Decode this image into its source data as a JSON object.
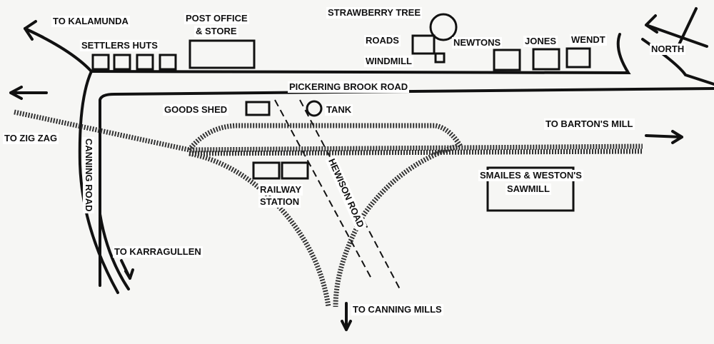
{
  "labels": {
    "to_kalamunda": "TO KALAMUNDA",
    "post_office": "POST OFFICE",
    "store": "& STORE",
    "settlers_huts": "SETTLERS HUTS",
    "strawberry_tree": "STRAWBERRY TREE",
    "roads": "ROADS",
    "windmill": "WINDMILL",
    "newtons": "NEWTONS",
    "jones": "JONES",
    "wendt": "WENDT",
    "north": "NORTH",
    "pickering_brook_road": "PICKERING BROOK ROAD",
    "goods_shed": "GOODS SHED",
    "tank": "TANK",
    "to_bartons_mill": "TO BARTON'S MILL",
    "to_zig_zag": "TO ZIG ZAG",
    "canning_road": "CANNING ROAD",
    "hewison_road": "HEWISON ROAD",
    "railway": "RAILWAY",
    "station": "STATION",
    "smailes_westons": "SMAILES & WESTON'S",
    "sawmill": "SAWMILL",
    "to_karragullen": "TO KARRAGULLEN",
    "to_canning_mills": "TO CANNING MILLS"
  }
}
